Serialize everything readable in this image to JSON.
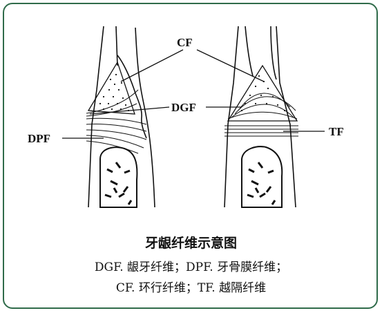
{
  "labels": {
    "cf": "CF",
    "dgf": "DGF",
    "dpf": "DPF",
    "tf": "TF"
  },
  "caption": {
    "title": "牙龈纤维示意图",
    "line1": "DGF. 龈牙纤维；DPF. 牙骨膜纤维；",
    "line2": "CF. 环行纤维；TF. 越隔纤维"
  },
  "colors": {
    "frame": "#2f6b4a",
    "ink": "#111111"
  }
}
